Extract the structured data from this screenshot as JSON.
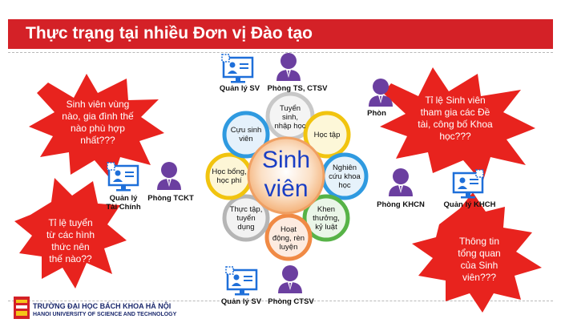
{
  "title": "Thực trạng tại nhiều Đơn vị Đào tạo",
  "center": "Sinh\nviên",
  "petals": [
    "Tuyển\nsinh,\nnhập học",
    "Học tập",
    "Nghiên\ncứu khoa\nhọc",
    "Khen\nthưởng,\nkỷ luật",
    "Hoạt\nđộng, rèn\nluyện",
    "Thực tập,\ntuyển\ndụng",
    "Học bổng,\nhọc phí",
    "Cựu sinh\nviên"
  ],
  "labels": {
    "ql_sv_top": "Quản lý SV",
    "phong_ts": "Phòng TS, CTSV",
    "phong_top_right": "Phòn",
    "ql_tai_chinh": "Quản lý\nTài Chính",
    "phong_tckt": "Phòng TCKT",
    "phong_khcn": "Phòng KHCN",
    "ql_khch": "Quản lý KHCH",
    "ql_sv_bottom": "Quản lý SV",
    "phong_ctsv": "Phòng CTSV"
  },
  "bursts": [
    "Sinh viên vùng\nnào, gia đình thế\nnào phù hợp\nnhất???",
    "Tỉ lệ Sinh viên\ntham gia các Đề\ntài, công bố Khoa\nhọc???",
    "Tỉ lệ tuyển\ntừ các hình\nthức nên\nthế nào??",
    "Thông tin\ntổng quan\ncủa Sinh\nviên???"
  ],
  "footer": {
    "name": "TRƯỜNG ĐẠI HỌC BÁCH KHOA HÀ NỘI",
    "english": "HANOI UNIVERSITY OF SCIENCE AND TECHNOLOGY"
  },
  "colors": {
    "banner": "#d42127",
    "burst": "#e8231e",
    "center_text": "#1a3ec4",
    "person_icon": "#6b3fa0",
    "computer_icon": "#1e6fd9"
  },
  "icons": [
    "computer-user-icon",
    "manager-person-icon"
  ]
}
